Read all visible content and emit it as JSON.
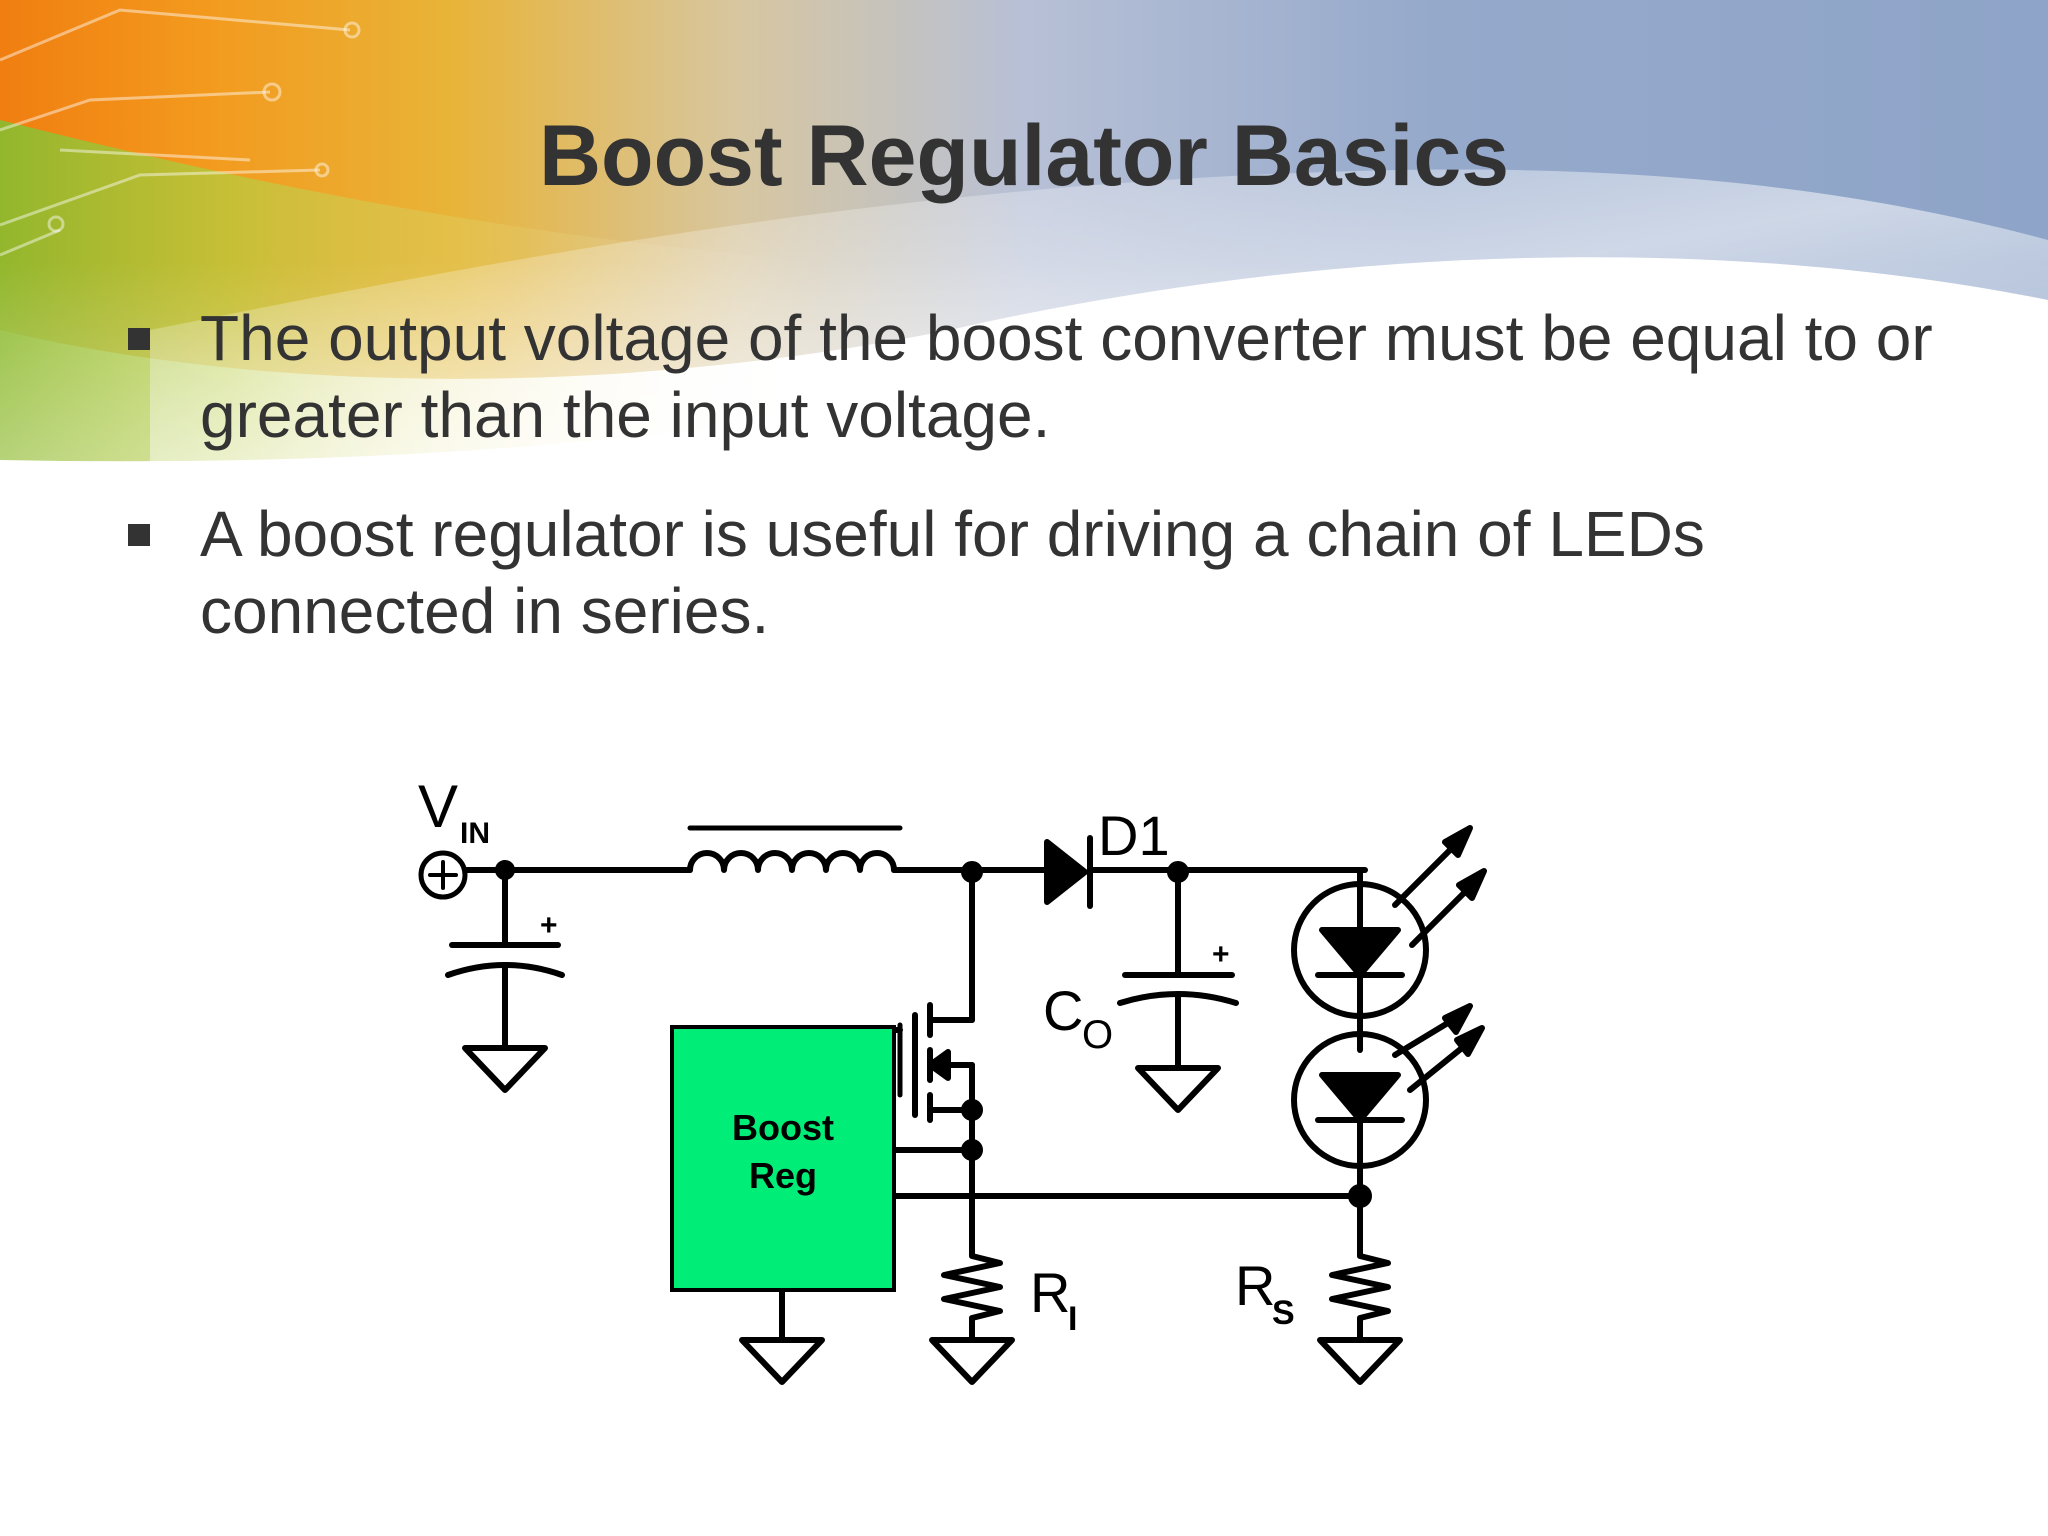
{
  "slide": {
    "title": "Boost Regulator Basics",
    "bullets": [
      "The output voltage of the boost converter must be equal to or greater than the input voltage.",
      "A boost regulator is useful for driving a chain of LEDs connected in series."
    ]
  },
  "circuit": {
    "vin_main": "V",
    "vin_sub": "IN",
    "plus_sign": "+",
    "diode_label": "D1",
    "co_main": "C",
    "co_sub": "O",
    "boost_reg_line1": "Boost",
    "boost_reg_line2": "Reg",
    "ri_main": "R",
    "ri_sub": "I",
    "rs_main": "R",
    "rs_sub": "S",
    "boost_reg_color": "#00EE77"
  },
  "colors": {
    "title": "#333333",
    "body_text": "#333333",
    "accent_orange": "#F08A10",
    "accent_blue": "#8FA6C9",
    "accent_green": "#9CC23A"
  }
}
